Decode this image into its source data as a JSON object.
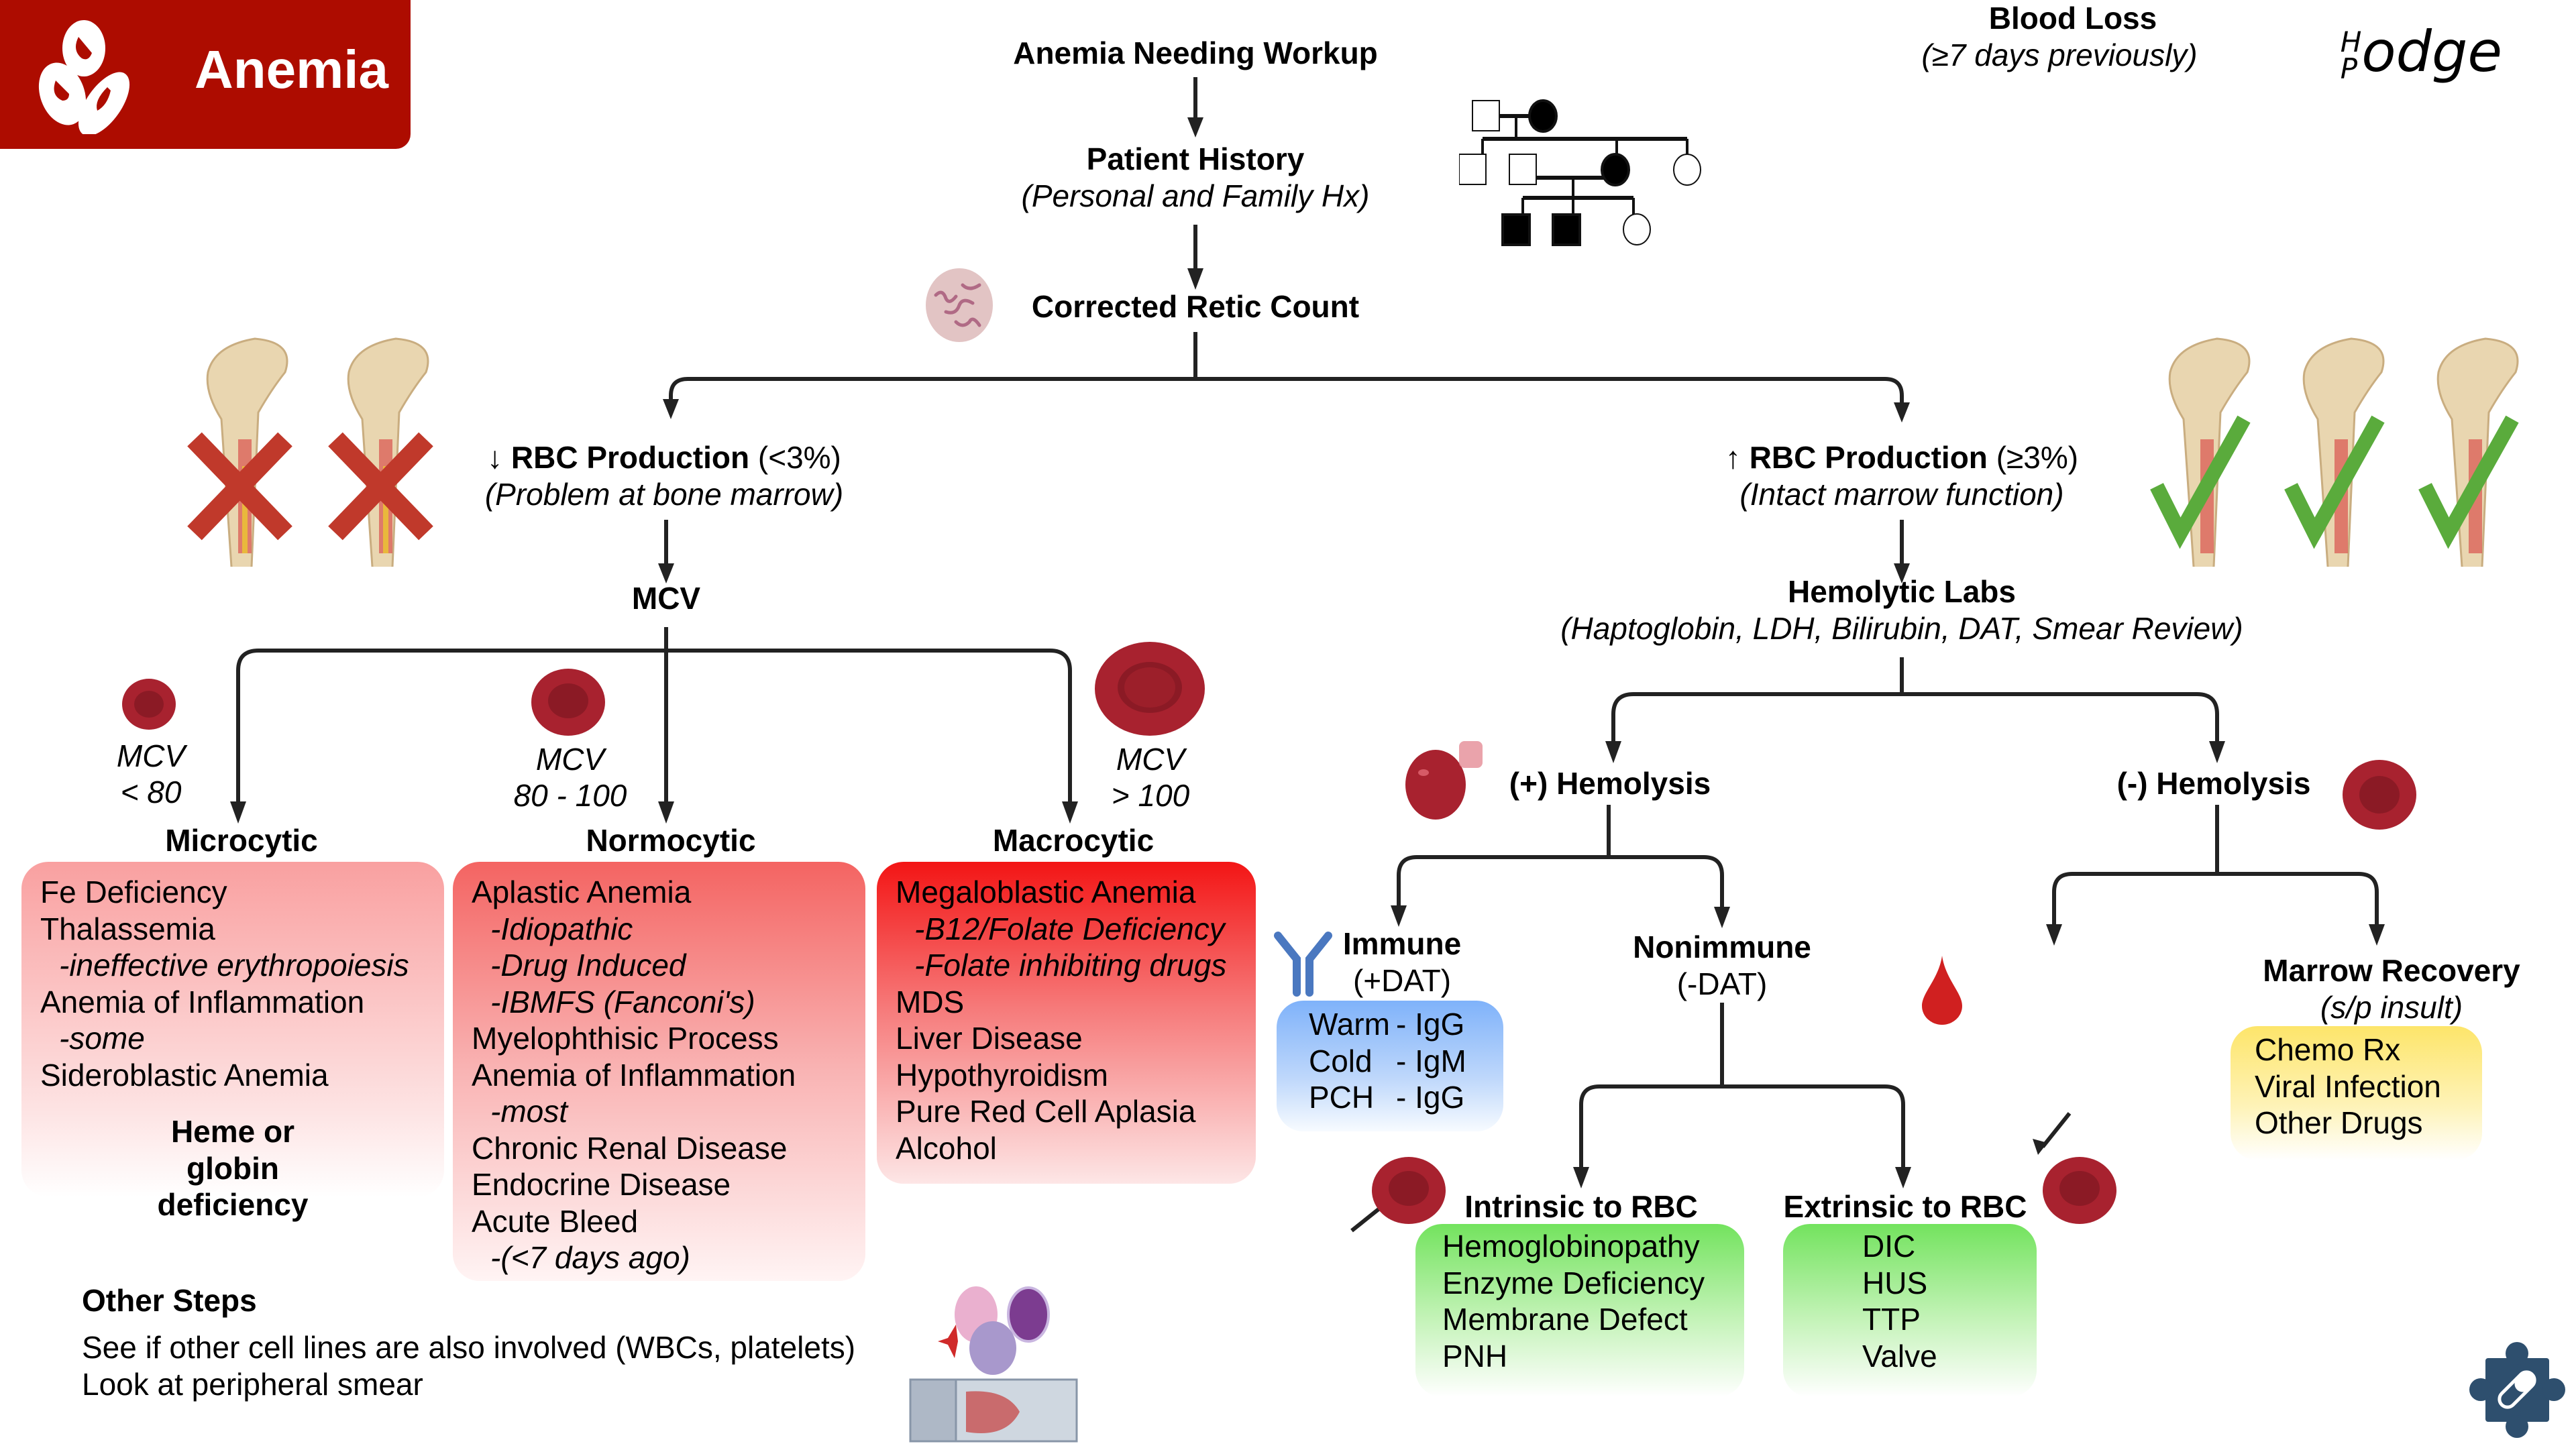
{
  "banner": {
    "title": "Anemia",
    "icon": "red-blood-cells-icon",
    "color": "#ad0c00"
  },
  "logo": {
    "top": "H",
    "bottom": "P",
    "text": "odge"
  },
  "flow": {
    "start": "Anemia Needing Workup",
    "history": {
      "title": "Patient History",
      "subtitle": "(Personal and Family Hx)"
    },
    "retic": "Corrected Retic Count",
    "low": {
      "arrow": "↓",
      "title": "RBC Production",
      "threshold": "(<3%)",
      "subtitle": "(Problem at bone marrow)"
    },
    "high": {
      "arrow": "↑",
      "title": "RBC Production",
      "threshold": "(≥3%)",
      "subtitle": "(Intact marrow function)"
    },
    "mcv": "MCV",
    "hemolytic_labs": {
      "title": "Hemolytic Labs",
      "subtitle": "(Haptoglobin, LDH, Bilirubin, DAT, Smear Review)"
    }
  },
  "mcv_categories": [
    {
      "range_label": "MCV",
      "range": "< 80",
      "title": "Microcytic",
      "items": [
        {
          "text": "Fe Deficiency",
          "sub": false
        },
        {
          "text": "Thalassemia",
          "sub": false
        },
        {
          "text": "-ineffective erythropoiesis",
          "sub": true
        },
        {
          "text": "Anemia of Inflammation",
          "sub": false
        },
        {
          "text": "-some",
          "sub": true
        },
        {
          "text": "Sideroblastic Anemia",
          "sub": false
        }
      ],
      "note": "Heme or globin deficiency"
    },
    {
      "range_label": "MCV",
      "range": "80 - 100",
      "title": "Normocytic",
      "items": [
        {
          "text": "Aplastic Anemia",
          "sub": false
        },
        {
          "text": "-Idiopathic",
          "sub": true
        },
        {
          "text": "-Drug Induced",
          "sub": true
        },
        {
          "text": "-IBMFS (Fanconi's)",
          "sub": true
        },
        {
          "text": "Myelophthisic Process",
          "sub": false
        },
        {
          "text": "Anemia of Inflammation",
          "sub": false
        },
        {
          "text": "-most",
          "sub": true
        },
        {
          "text": "Chronic Renal Disease",
          "sub": false
        },
        {
          "text": "Endocrine Disease",
          "sub": false
        },
        {
          "text": "Acute Bleed",
          "sub": false
        },
        {
          "text": "-(<7 days ago)",
          "sub": true
        }
      ]
    },
    {
      "range_label": "MCV",
      "range": "> 100",
      "title": "Macrocytic",
      "items": [
        {
          "text": "Megaloblastic Anemia",
          "sub": false
        },
        {
          "text": "-B12/Folate Deficiency",
          "sub": true
        },
        {
          "text": "-Folate inhibiting drugs",
          "sub": true
        },
        {
          "text": "MDS",
          "sub": false
        },
        {
          "text": "Liver Disease",
          "sub": false
        },
        {
          "text": "Hypothyroidism",
          "sub": false
        },
        {
          "text": "Pure Red Cell Aplasia",
          "sub": false
        },
        {
          "text": "Alcohol",
          "sub": false
        }
      ]
    }
  ],
  "hemolysis": {
    "positive": "(+) Hemolysis",
    "negative": "(-) Hemolysis",
    "immune": {
      "title": "Immune",
      "subtitle": "(+DAT)",
      "items": [
        {
          "type": "Warm",
          "ab": "- IgG"
        },
        {
          "type": "Cold",
          "ab": "- IgM"
        },
        {
          "type": "PCH",
          "ab": "- IgG"
        }
      ]
    },
    "nonimmune": {
      "title": "Nonimmune",
      "subtitle": "(-DAT)"
    },
    "intrinsic": {
      "title": "Intrinsic to RBC",
      "items": [
        "Hemoglobinopathy",
        "Enzyme Deficiency",
        "Membrane Defect",
        "PNH"
      ]
    },
    "extrinsic": {
      "title": "Extrinsic to RBC",
      "items": [
        "DIC",
        "HUS",
        "TTP",
        "Valve"
      ]
    },
    "blood_loss": {
      "title": "Blood Loss",
      "subtitle": "(≥7 days previously)"
    },
    "marrow_recovery": {
      "title": "Marrow Recovery",
      "subtitle": "(s/p insult)",
      "items": [
        "Chemo Rx",
        "Viral Infection",
        "Other Drugs"
      ]
    }
  },
  "other_steps": {
    "title": "Other Steps",
    "items": [
      "See if other cell lines are also involved (WBCs, platelets)",
      "Look at peripheral smear"
    ]
  },
  "colors": {
    "arrow": "#222222",
    "x_mark": "#c0392b",
    "check_mark": "#5aab3c",
    "rbc": "#a8222f",
    "immune_blue": "#4a78c0",
    "puzzle": "#2e4f6e"
  }
}
